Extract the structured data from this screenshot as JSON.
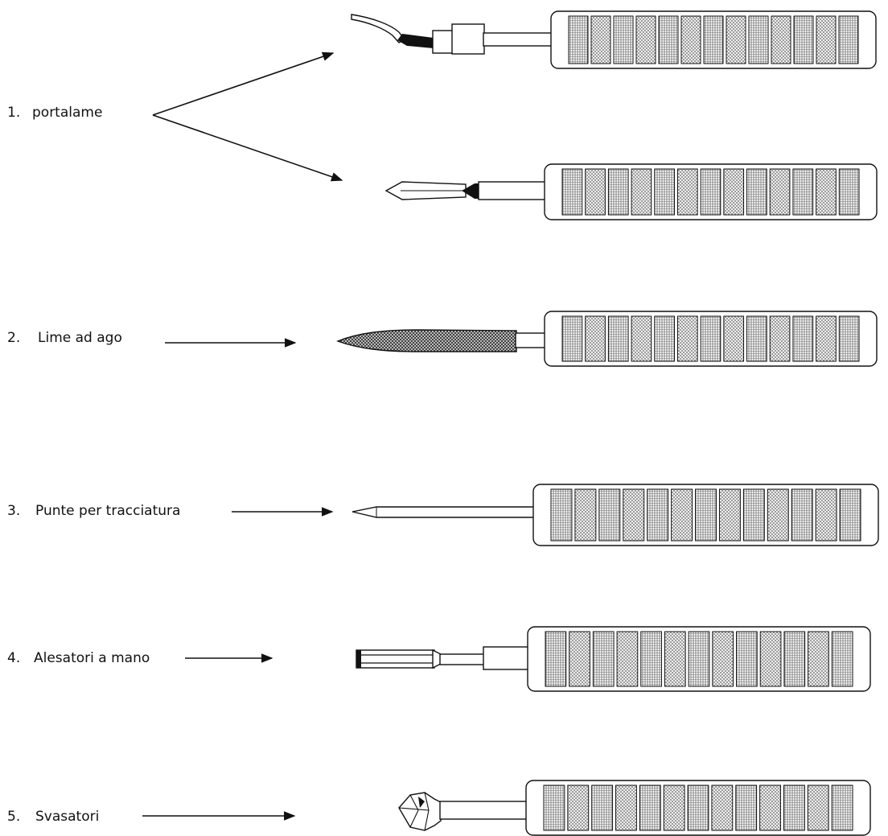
{
  "colors": {
    "ink": "#111111",
    "background": "#ffffff",
    "knurl": "#9a9a9a"
  },
  "labels": [
    {
      "number": "1.",
      "text": "portalame"
    },
    {
      "number": "2.",
      "text": "Lime ad ago"
    },
    {
      "number": "3.",
      "text": "Punte per tracciatura"
    },
    {
      "number": "4.",
      "text": "Alesatori a mano"
    },
    {
      "number": "5.",
      "text": "Svasatori"
    }
  ],
  "tools": [
    {
      "kind": "curved-blade-holder"
    },
    {
      "kind": "pointed-blade-holder"
    },
    {
      "kind": "needle-file"
    },
    {
      "kind": "scriber"
    },
    {
      "kind": "hand-reamer"
    },
    {
      "kind": "countersink"
    }
  ]
}
